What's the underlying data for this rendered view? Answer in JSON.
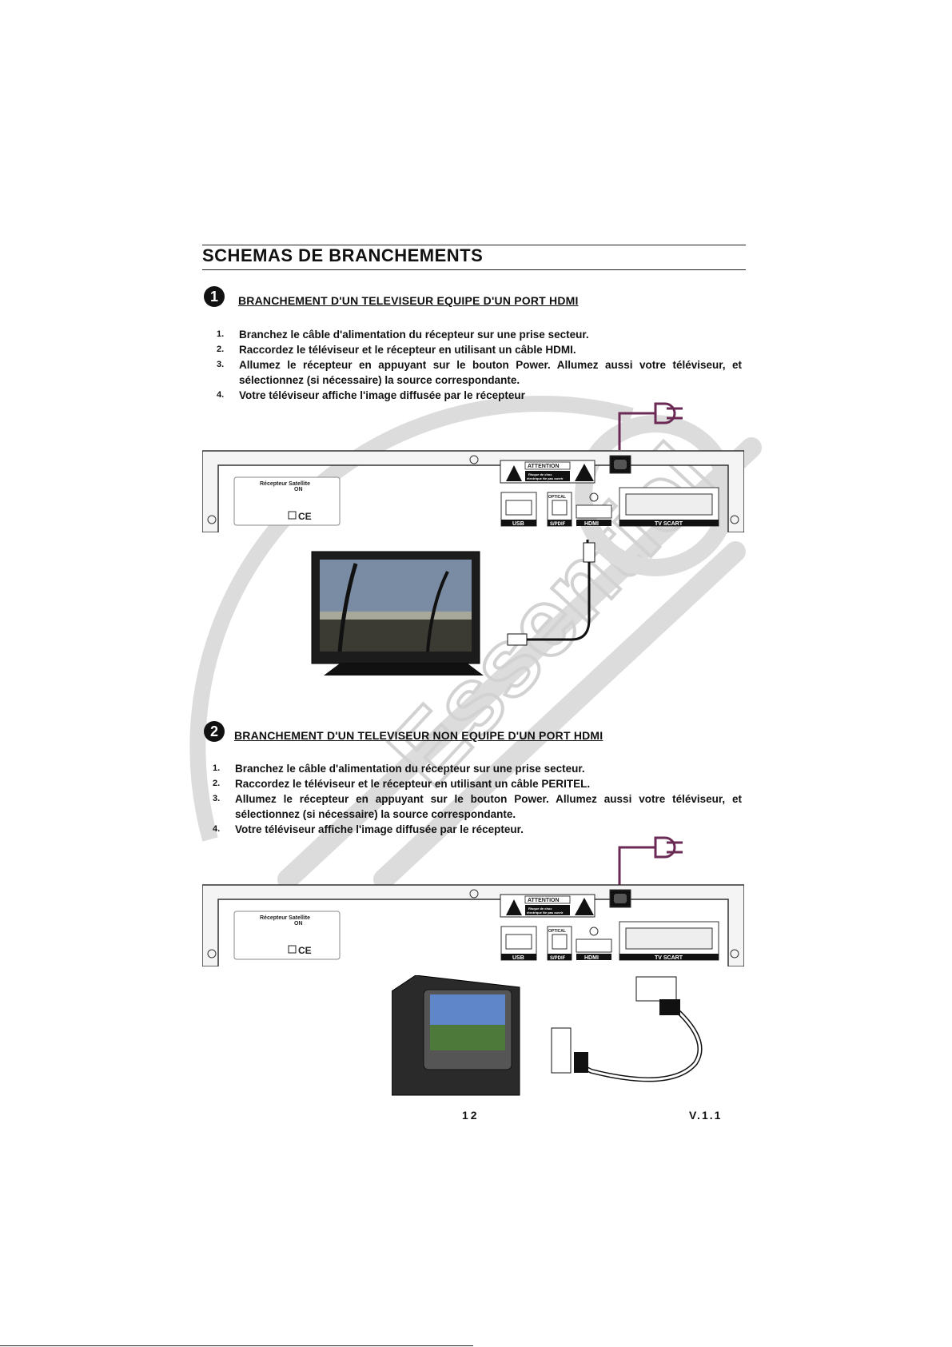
{
  "page": {
    "title": "SCHEMAS DE BRANCHEMENTS",
    "footer_page_number": "12",
    "footer_version": "V.1.1",
    "watermark_text": "Essentiel b"
  },
  "sections": [
    {
      "badge": "1",
      "title": "BRANCHEMENT D'UN TELEVISEUR EQUIPE D'UN PORT HDMI",
      "steps": [
        {
          "num": "1.",
          "text": "Branchez le câble d'alimentation du récepteur sur une prise secteur."
        },
        {
          "num": "2.",
          "text": "Raccordez le téléviseur et le récepteur en utilisant un câble HDMI."
        },
        {
          "num": "3.",
          "text": "Allumez le récepteur en appuyant sur le bouton Power. Allumez aussi votre téléviseur, et sélectionnez (si nécessaire) la source correspondante."
        },
        {
          "num": "4.",
          "text": "Votre téléviseur affiche l'image diffusée par le récepteur"
        }
      ]
    },
    {
      "badge": "2",
      "title": "BRANCHEMENT D'UN TELEVISEUR NON EQUIPE D'UN PORT HDMI",
      "steps": [
        {
          "num": "1.",
          "text": "Branchez le câble d'alimentation du récepteur sur une prise secteur."
        },
        {
          "num": "2.",
          "text": "Raccordez le téléviseur et le récepteur en utilisant un câble PERITEL."
        },
        {
          "num": "3.",
          "text": "Allumez le récepteur en appuyant sur le bouton Power. Allumez aussi votre téléviseur, et sélectionnez (si nécessaire) la source correspondante."
        },
        {
          "num": "4.",
          "text": "Votre téléviseur affiche l'image diffusée par le récepteur."
        }
      ]
    }
  ],
  "receiver_panel": {
    "label_title": "Récepteur Satellite",
    "label_on": "ON",
    "ce_mark": "CE",
    "attention_title": "ATTENTION",
    "attention_line1": "Risque de choc",
    "attention_line2": "électrique Ne pas ouvrir",
    "port_usb": "USB",
    "port_optical": "OPTICAL",
    "port_spdif": "S/PDIF",
    "port_hdmi": "HDMI",
    "port_scart": "TV SCART"
  },
  "colors": {
    "power_cable": "#6b2a55",
    "watermark": "#d9d9d9",
    "text": "#111111"
  }
}
